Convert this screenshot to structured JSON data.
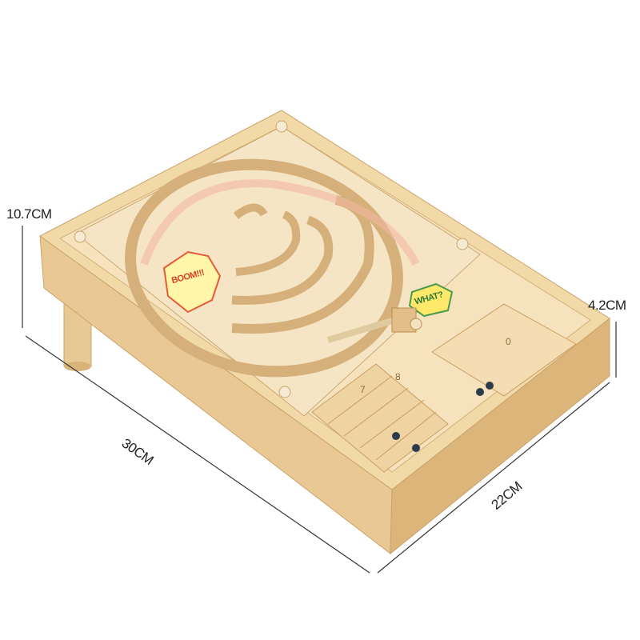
{
  "dimensions": {
    "height_label": "10.7CM",
    "side_height_label": "4.2CM",
    "length_label": "30CM",
    "width_label": "22CM"
  },
  "board_art": {
    "sticker_boom": "BOOM!!!",
    "sticker_what": "WHAT?",
    "slot_numbers": [
      "7",
      "8",
      "0"
    ]
  },
  "colors": {
    "wood_light": "#f3dcb0",
    "wood_mid": "#e6c48d",
    "wood_dark": "#c99d62",
    "dimension_line": "#333333"
  }
}
